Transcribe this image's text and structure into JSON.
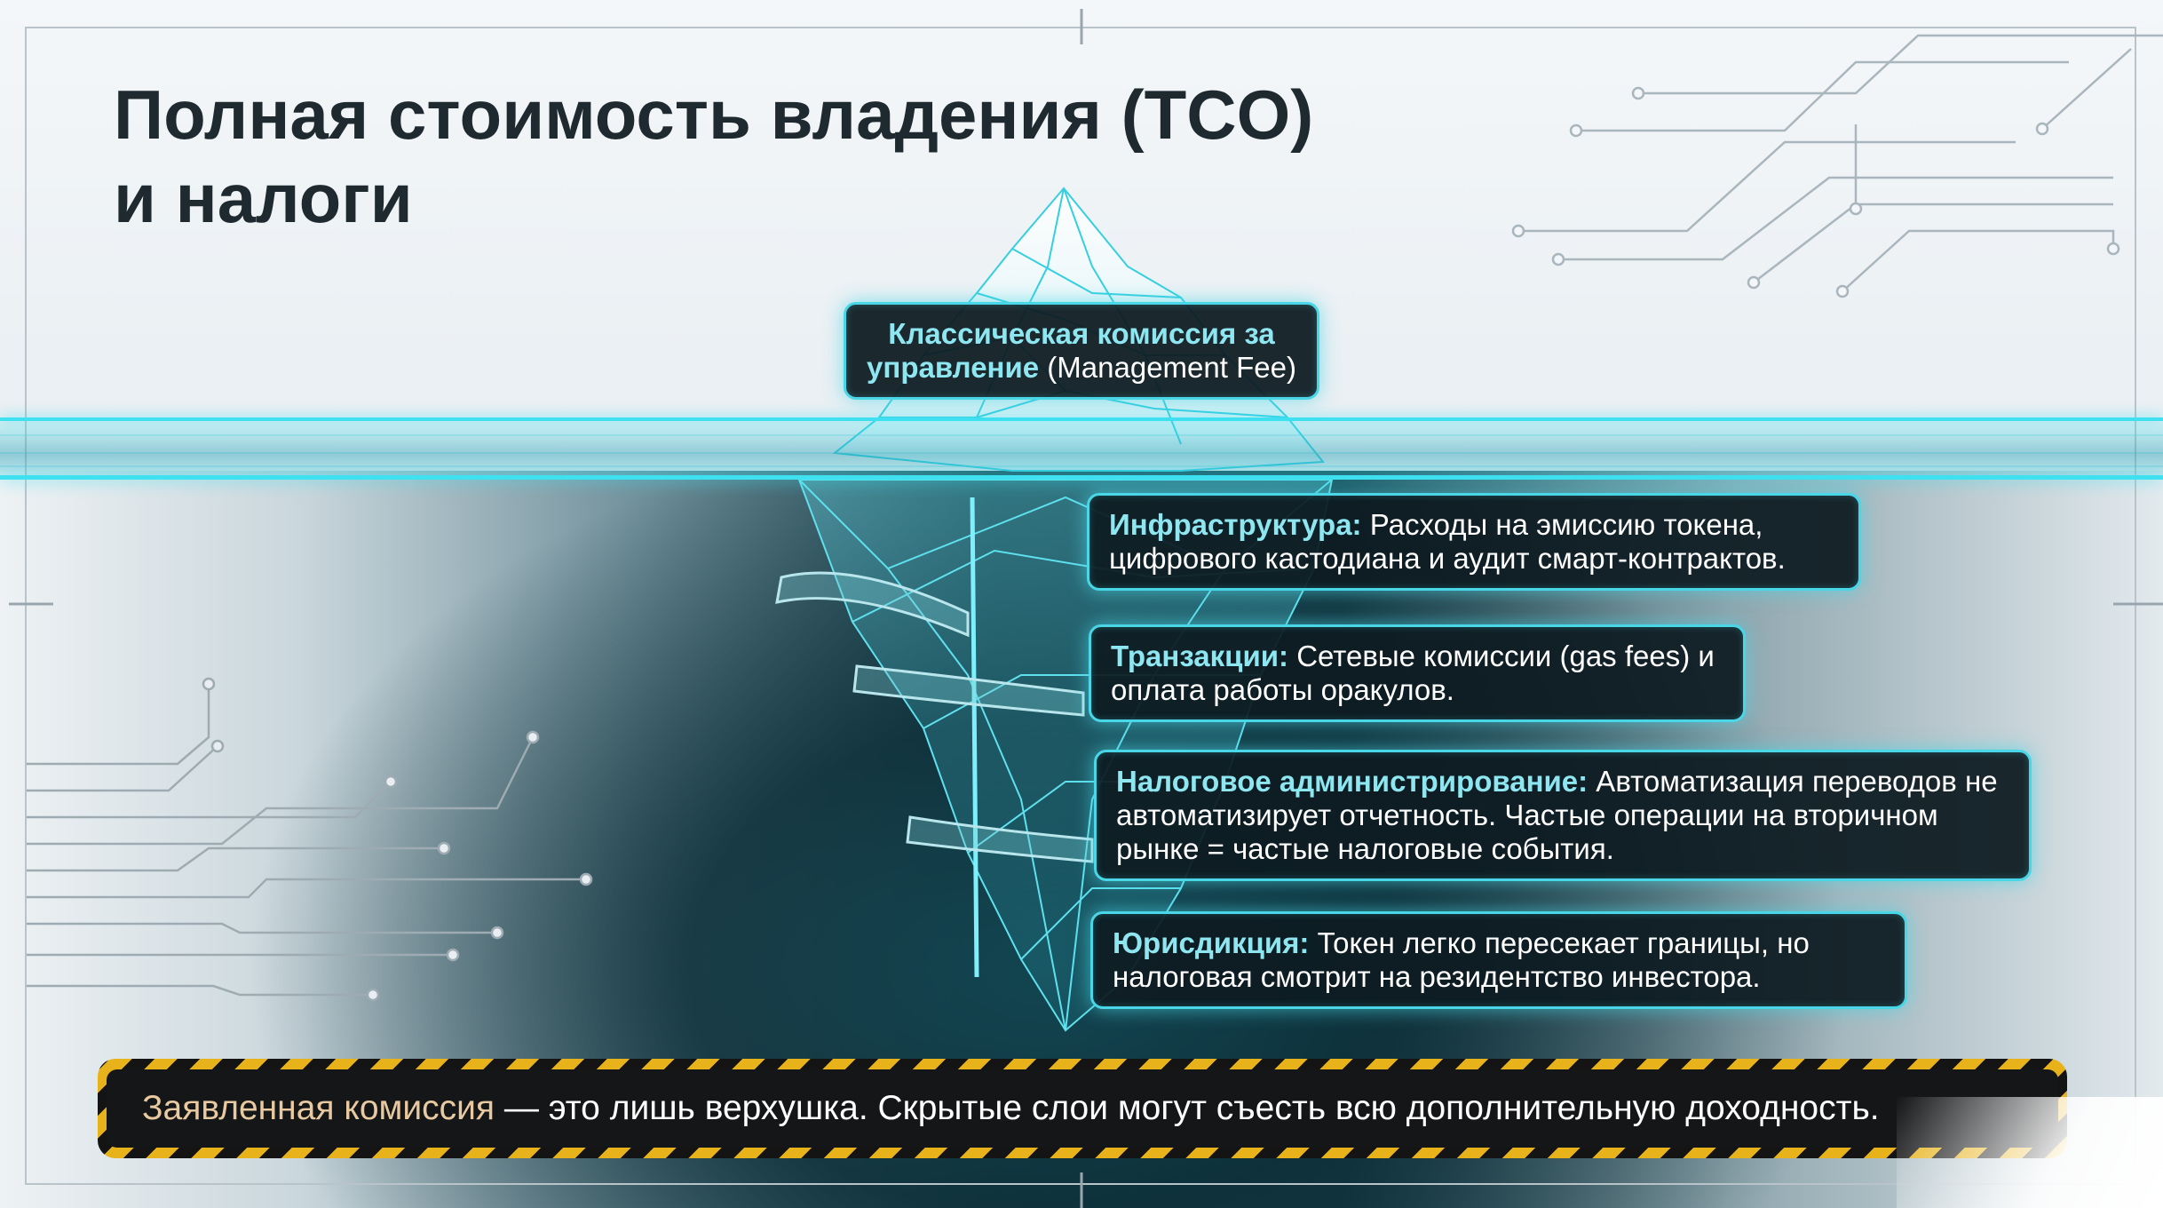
{
  "slide": {
    "title_line1": "Полная стоимость владения (TCO)",
    "title_line2": "и налоги"
  },
  "iceberg": {
    "tip": {
      "label_bold": "Классическая комиссия за управление",
      "label_rest": " (Management Fee)"
    },
    "layers": [
      {
        "label": "Инфраструктура:",
        "text": " Расходы на эмиссию токена, цифрового кастодиана и аудит смарт-контрактов."
      },
      {
        "label": "Транзакции:",
        "text": " Сетевые комиссии (gas fees) и оплата работы оракулов."
      },
      {
        "label": "Налоговое администрирование:",
        "text": " Автоматизация переводов не автоматизирует отчетность. Частые операции на вторичном рынке = частые налоговые события."
      },
      {
        "label": "Юрисдикция:",
        "text": " Токен легко пересекает границы, но налоговая смотрит на резидентство инвестора."
      }
    ]
  },
  "banner": {
    "highlight": "Заявленная комиссия",
    "text": " — это лишь верхушка. Скрытые слои могут съесть всю дополнительную доходность."
  },
  "colors": {
    "accent": "#49d6e6",
    "waterline": "#3fe0f0",
    "hazard_yellow": "#e8b21a",
    "label_cyan": "#8ee6f0",
    "title": "#1f2a30"
  }
}
